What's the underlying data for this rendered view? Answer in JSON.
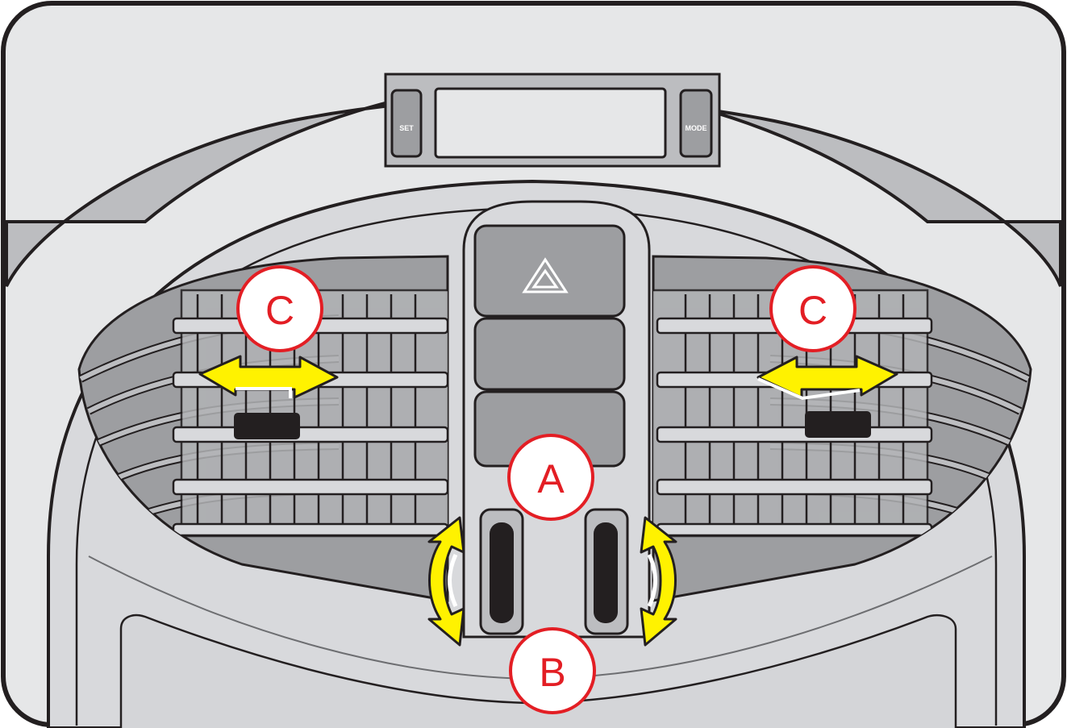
{
  "display_panel": {
    "set_button_label": "SET",
    "mode_button_label": "MODE"
  },
  "callouts": {
    "a": "A",
    "b": "B",
    "c_left": "C",
    "c_right": "C"
  },
  "colors": {
    "arrow_fill": "#fff200",
    "callout_outline": "#e31e24",
    "panel_gray": "#d8d9dc",
    "vent_dark": "#9d9ea1"
  },
  "icons": {
    "hazard": "hazard-warning-triangle-icon",
    "horizontal_adjust": "double-headed-horizontal-arrow-icon",
    "vertical_adjust": "curved-double-headed-arrow-icon"
  }
}
